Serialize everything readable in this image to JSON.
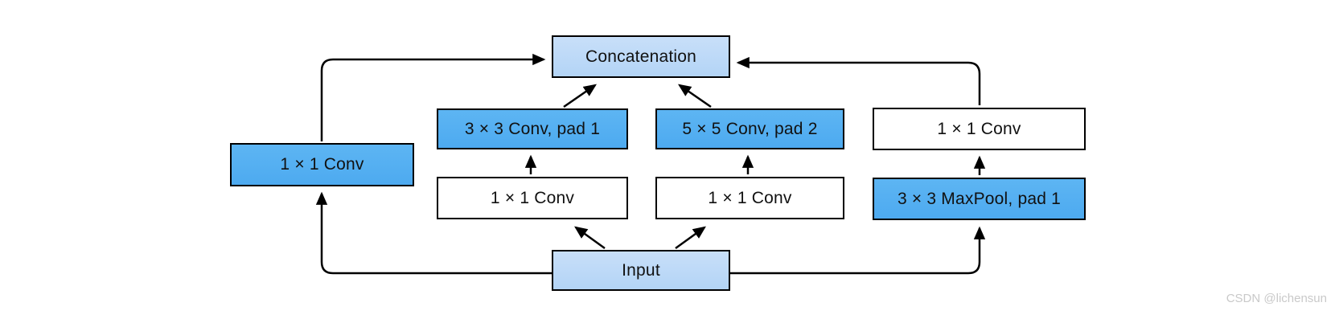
{
  "diagram_type": "inception-block-flow-diagram",
  "nodes": {
    "input": {
      "label": "Input"
    },
    "concatenation": {
      "label": "Concatenation"
    },
    "conv1_left": {
      "label": "1 × 1 Conv"
    },
    "conv3": {
      "label": "3 × 3 Conv, pad 1"
    },
    "conv5": {
      "label": "5 × 5 Conv, pad 2"
    },
    "conv1_right": {
      "label": "1 × 1 Conv"
    },
    "conv1_mid_left": {
      "label": "1 × 1 Conv"
    },
    "conv1_mid_right": {
      "label": "1 × 1 Conv"
    },
    "maxpool": {
      "label": "3 × 3 MaxPool, pad 1"
    }
  },
  "edges": [
    {
      "from": "input",
      "to": "conv1_left"
    },
    {
      "from": "conv1_left",
      "to": "concatenation"
    },
    {
      "from": "input",
      "to": "conv1_mid_left"
    },
    {
      "from": "conv1_mid_left",
      "to": "conv3"
    },
    {
      "from": "conv3",
      "to": "concatenation"
    },
    {
      "from": "input",
      "to": "conv1_mid_right"
    },
    {
      "from": "conv1_mid_right",
      "to": "conv5"
    },
    {
      "from": "conv5",
      "to": "concatenation"
    },
    {
      "from": "input",
      "to": "maxpool"
    },
    {
      "from": "maxpool",
      "to": "conv1_right"
    },
    {
      "from": "conv1_right",
      "to": "concatenation"
    }
  ],
  "colors": {
    "light_blue_fill": "#bcd8f6",
    "medium_blue_fill": "#54aff1",
    "white_fill": "#ffffff",
    "box_border": "#000000",
    "arrow": "#000000",
    "watermark_text": "#c9c9c9"
  },
  "watermark": "CSDN @lichensun"
}
